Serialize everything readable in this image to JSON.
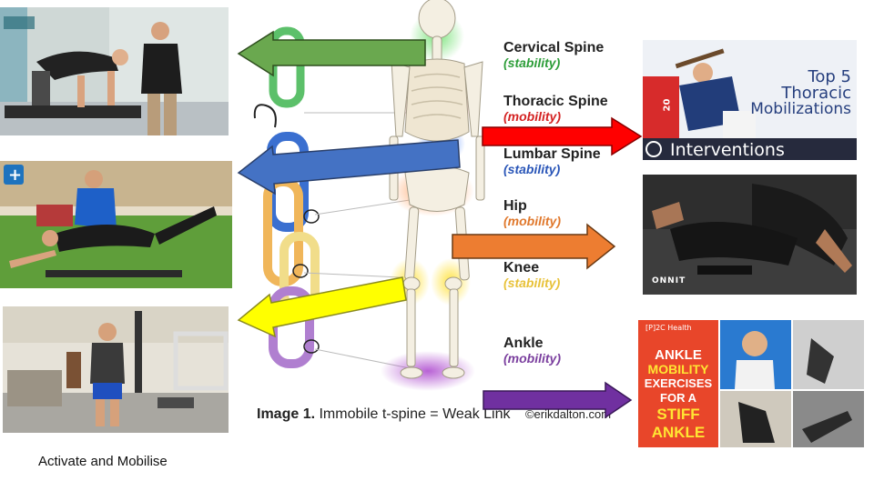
{
  "caption": "Activate and Mobilise",
  "figure": {
    "image_label": "Image 1.",
    "image_text": "Immobile t-spine = Weak Link",
    "credit": "©erikdalton.com"
  },
  "regions": [
    {
      "name": "Cervical Spine",
      "role": "(stability)",
      "role_color": "#2e9e3a"
    },
    {
      "name": "Thoracic Spine",
      "role": "(mobility)",
      "role_color": "#d42222"
    },
    {
      "name": "Lumbar Spine",
      "role": "(stability)",
      "role_color": "#2a56b8"
    },
    {
      "name": "Hip",
      "role": "(mobility)",
      "role_color": "#e0782c"
    },
    {
      "name": "Knee",
      "role": "(stability)",
      "role_color": "#e8c23a"
    },
    {
      "name": "Ankle",
      "role": "(mobility)",
      "role_color": "#7a3e9e"
    }
  ],
  "thumb_thoracic": {
    "line1": "Top 5",
    "line2": "Thoracic",
    "line3": "Mobilizations",
    "banner": "Interventions",
    "box_text": "20"
  },
  "thumb_hip": {
    "brand": "ONNIT"
  },
  "thumb_ankle": {
    "brand": "[P]2C Health",
    "line1": "ANKLE",
    "line2": "MOBILITY",
    "line3": "EXERCISES",
    "line4": "FOR A",
    "line5": "STIFF",
    "line6": "ANKLE"
  },
  "colors": {
    "green": "#6aa84f",
    "blue": "#4472c4",
    "yellow": "#ffff00",
    "red": "#ff0000",
    "orange": "#ed7d31",
    "purple": "#7030a0"
  }
}
